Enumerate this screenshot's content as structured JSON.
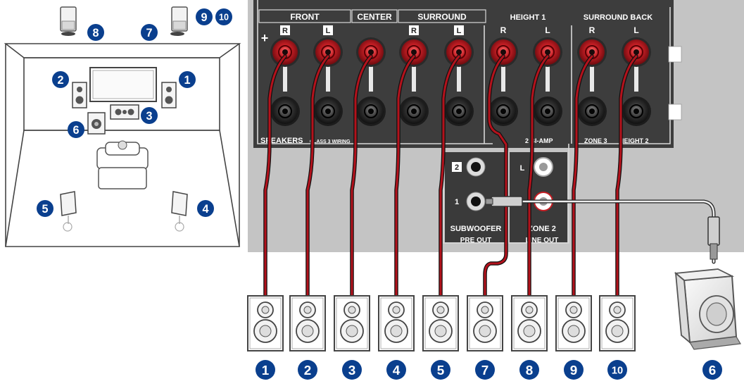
{
  "panel": {
    "groups": {
      "front": "FRONT",
      "center": "CENTER",
      "surround": "SURROUND",
      "height1": "HEIGHT 1",
      "surround_back": "SURROUND BACK"
    },
    "channel_marks": [
      "R",
      "L",
      "",
      "R",
      "L",
      "R",
      "L",
      "R",
      "L"
    ],
    "plus": "+",
    "minus": "–",
    "bottom_labels": {
      "speakers": "SPEAKERS",
      "class3": "CLASS 3 WIRING",
      "biamp": "2 BI-AMP",
      "zone3": "ZONE 3",
      "height2": "HEIGHT 2"
    },
    "subwoofer_block": {
      "jack2": "2",
      "jack1": "1",
      "label": "SUBWOOFER",
      "footer": "PRE OUT"
    },
    "zone2_block": {
      "jack_l": "L",
      "label": "ZONE 2",
      "footer": "LINE OUT"
    }
  },
  "room": {
    "badges": [
      "1",
      "2",
      "3",
      "4",
      "5",
      "6",
      "7",
      "8",
      "9",
      "10"
    ]
  },
  "speakers": {
    "badges": [
      "1",
      "2",
      "3",
      "4",
      "5",
      "7",
      "8",
      "9",
      "10"
    ],
    "subwoofer_badge": "6"
  },
  "colors": {
    "badge": "#0a3f8e",
    "panel": "#3d3d3d",
    "terminal_red": "#c41e24",
    "terminal_black": "#222222",
    "cable_red": "#b3121c",
    "background_gray": "#bfbfbf"
  }
}
